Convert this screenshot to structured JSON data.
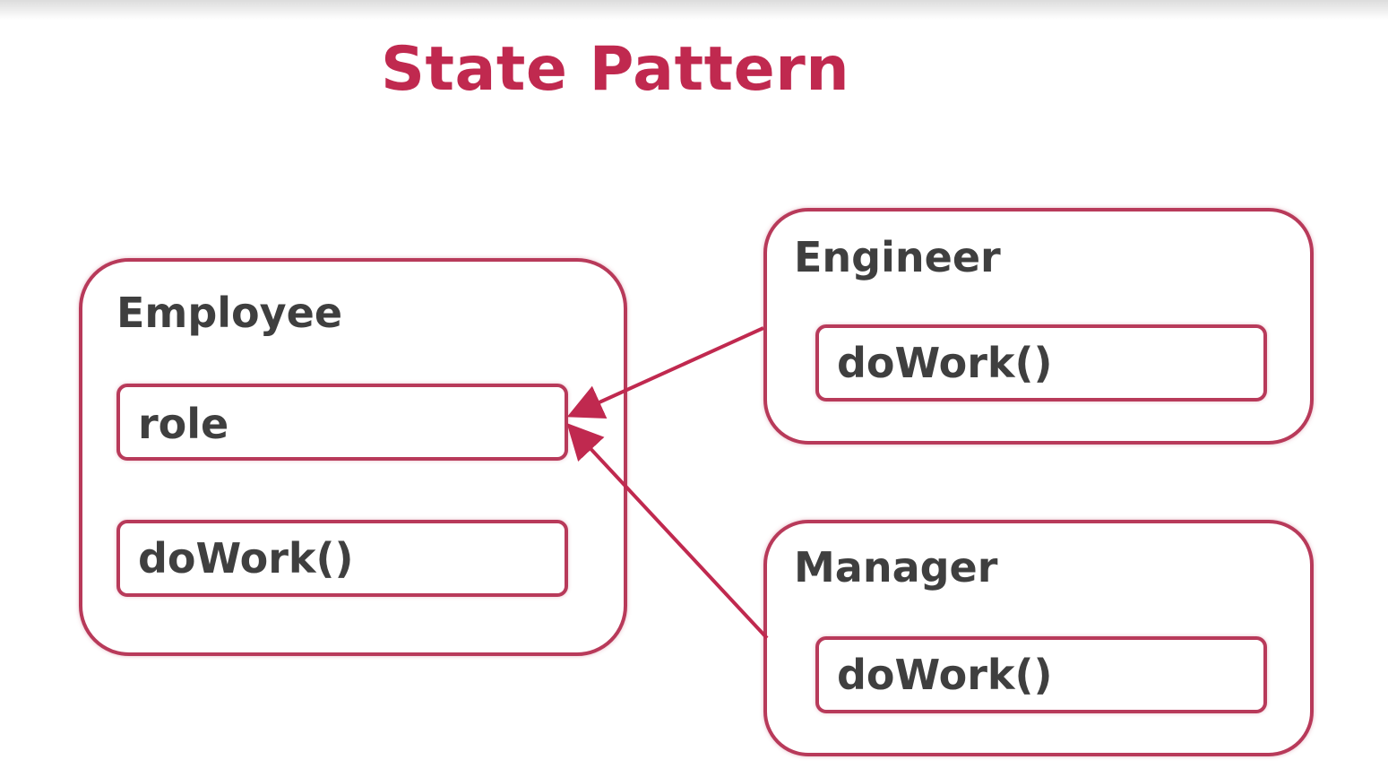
{
  "title": "State Pattern",
  "colors": {
    "accent": "#c0294f",
    "border": "#b83a5a",
    "text": "#3f3f3f"
  },
  "employee": {
    "label": "Employee",
    "fields": [
      "role",
      "doWork()"
    ]
  },
  "engineer": {
    "label": "Engineer",
    "method": "doWork()"
  },
  "manager": {
    "label": "Manager",
    "method": "doWork()"
  }
}
